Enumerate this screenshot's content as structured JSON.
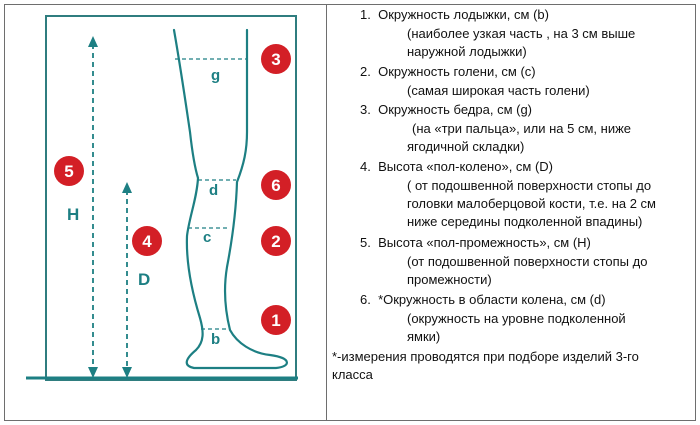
{
  "diagram": {
    "labels": {
      "g": "g",
      "d": "d",
      "c": "c",
      "b": "b",
      "H": "H",
      "D": "D"
    },
    "markers": [
      "3",
      "5",
      "6",
      "4",
      "2",
      "1"
    ],
    "colors": {
      "accent_teal": "#1d7f83",
      "marker_red": "#d31f26",
      "border": "#2f7d7f"
    }
  },
  "measurements": [
    {
      "number": "1.",
      "title": "Окружность лодыжки, см (b)",
      "note": [
        "(наиболее узкая часть , на 3 см выше",
        "наружной лодыжки)"
      ]
    },
    {
      "number": "2.",
      "title": "Окружность голени, см (c)",
      "note": [
        "(самая широкая часть голени)"
      ]
    },
    {
      "number": "3.",
      "title": "Окружность бедра, см (g)",
      "note": [
        "(на «три пальца», или на 5 см, ниже",
        "ягодичной складки)"
      ]
    },
    {
      "number": "4.",
      "title": "Высота «пол-колено», см (D)",
      "note": [
        "( от подошвенной поверхности стопы до",
        "головки малоберцовой кости, т.е. на 2 см",
        "ниже середины подколенной впадины)"
      ]
    },
    {
      "number": "5.",
      "title": "Высота «пол-промежность», см (H)",
      "note": [
        "(от подошвенной поверхности стопы до",
        "промежности)"
      ]
    },
    {
      "number": "6.",
      "title": "*Окружность в области колена, см (d)",
      "note": [
        "(окружность на уровне подколенной",
        "ямки)"
      ]
    }
  ],
  "footnote": [
    "*-измерения проводятся при подборе изделий 3-го",
    "класса"
  ]
}
